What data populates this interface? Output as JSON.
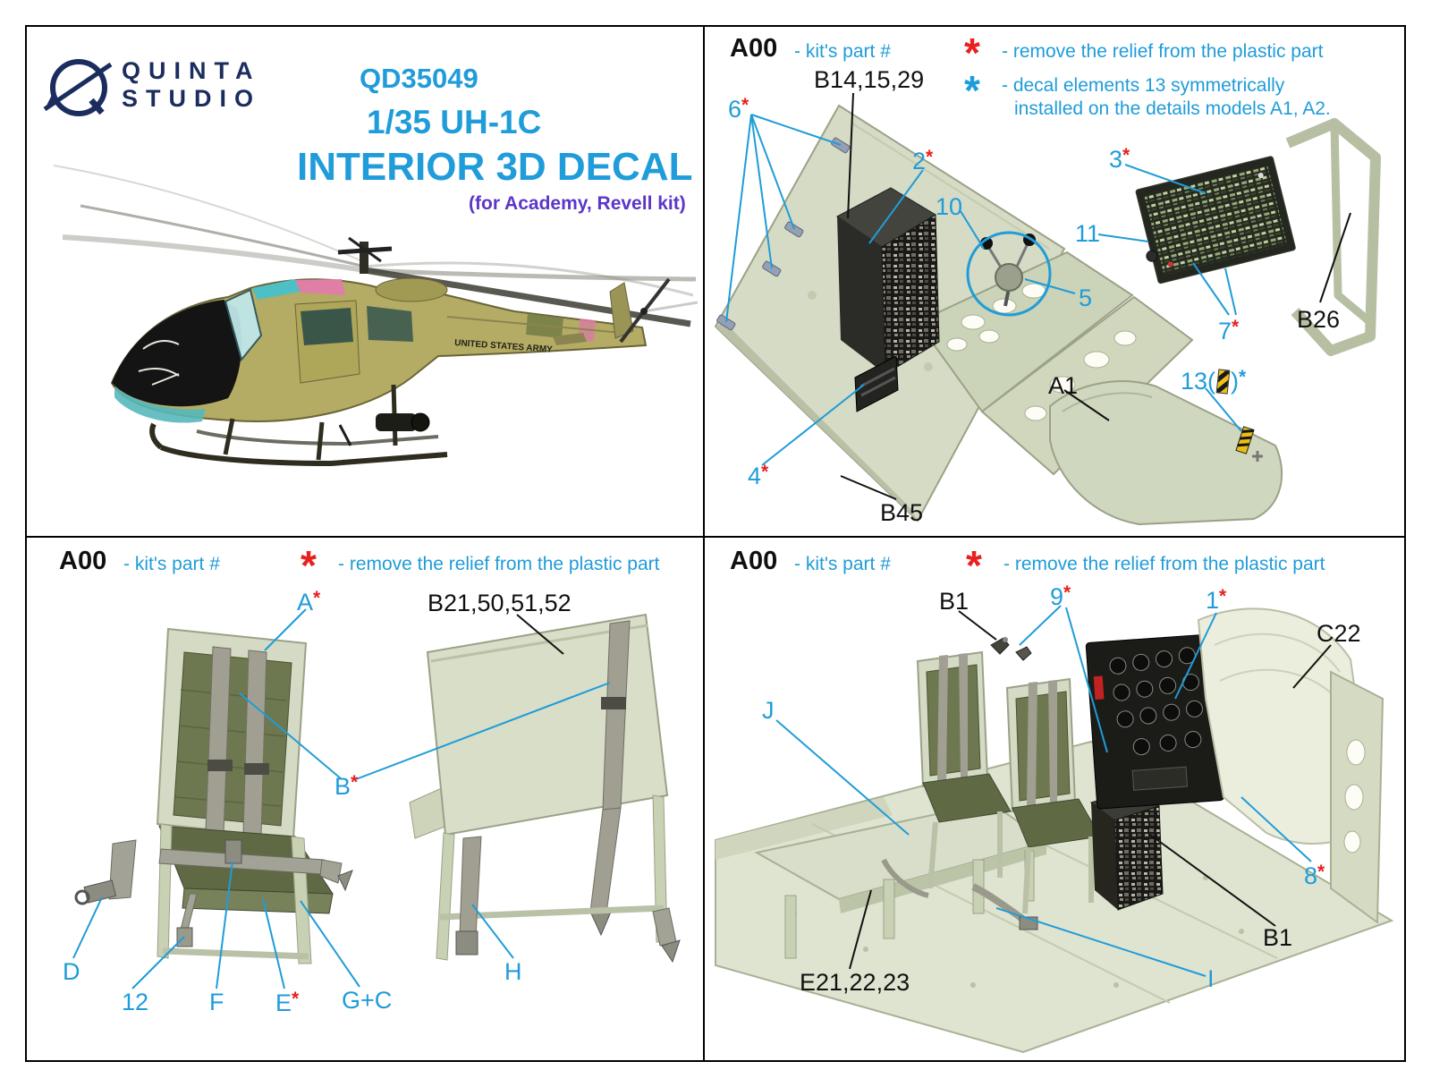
{
  "symbols": {
    "star": "*"
  },
  "colors": {
    "accent_blue": "#1f9cd9",
    "warning_red": "#e8201e",
    "brand_navy": "#1b2d5e",
    "kit_purple": "#5b36c9"
  },
  "branding": {
    "studio_line1": "QUINTA",
    "studio_line2": "STUDIO",
    "product_code": "QD35049",
    "scale_kit": "1/35 UH-1C",
    "product_title": "INTERIOR 3D DECAL",
    "kit_note": "(for Academy, Revell kit)",
    "fuselage_text": "UNITED STATES ARMY"
  },
  "legend": {
    "part_code": "A00",
    "part_note": "- kit's part #",
    "red_note": "- remove the relief from the plastic part",
    "blue_note_line1": "- decal elements 13 symmetrically",
    "blue_note_line2": "installed on the details models A1, A2."
  },
  "panel_console": {
    "part_b14": "B14,15,29",
    "part_b45": "B45",
    "part_b26": "B26",
    "part_a1": "A1",
    "c2": "2",
    "c3": "3",
    "c4": "4",
    "c5": "5",
    "c6": "6",
    "c7": "7",
    "c10": "10",
    "c11": "11",
    "c13_prefix": "13(",
    "c13_suffix": ")"
  },
  "panel_seats": {
    "part_b21": "B21,50,51,52",
    "ca": "A",
    "cb": "B",
    "cd": "D",
    "c12": "12",
    "cf": "F",
    "ce": "E",
    "cgc": "G+C",
    "ch": "H"
  },
  "panel_cockpit": {
    "part_b1_top": "B1",
    "part_b1_bottom": "B1",
    "part_c22": "C22",
    "part_e21": "E21,22,23",
    "c9": "9",
    "c1": "1",
    "c8": "8",
    "cj": "J",
    "ci": "I"
  }
}
